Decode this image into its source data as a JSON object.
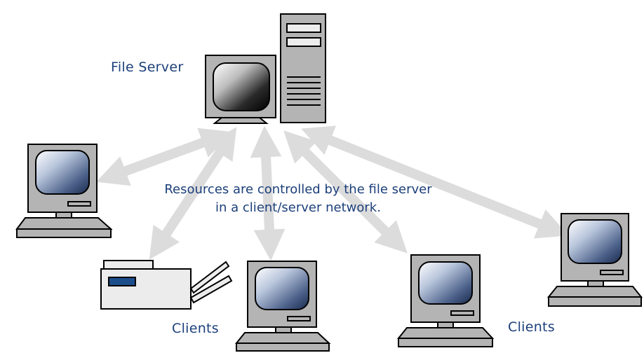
{
  "labels": {
    "file_server": "File Server",
    "caption_line1": "Resources are controlled by the file server",
    "caption_line2": "in a client/server network.",
    "clients_left": "Clients",
    "clients_right": "Clients"
  },
  "colors": {
    "label_text": "#1c3f7a",
    "arrow": "#dcdcdc",
    "device_body": "#b4b4b4",
    "outline": "#000000",
    "printer_body": "#ececec",
    "printer_panel": "#1d4e8c"
  }
}
